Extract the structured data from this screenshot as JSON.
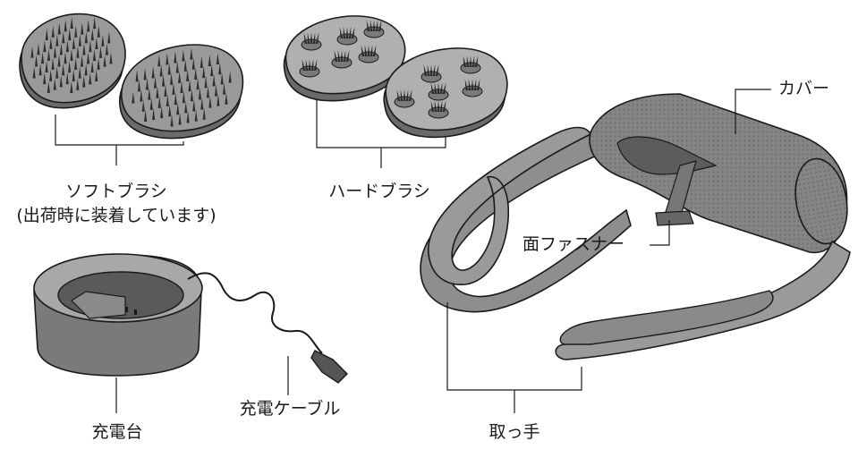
{
  "labels": {
    "soft_brush": "ソフトブラシ",
    "soft_brush_note": "(出荷時に装着しています)",
    "hard_brush": "ハードブラシ",
    "cover": "カバー",
    "velcro": "面ファスナー",
    "handle": "取っ手",
    "charger": "充電台",
    "charge_cable": "充電ケーブル"
  },
  "colors": {
    "outline": "#1a1a1a",
    "body_fill": "#8c8c8c",
    "light_fill": "#b5b5b5",
    "dark_fill": "#555555"
  }
}
